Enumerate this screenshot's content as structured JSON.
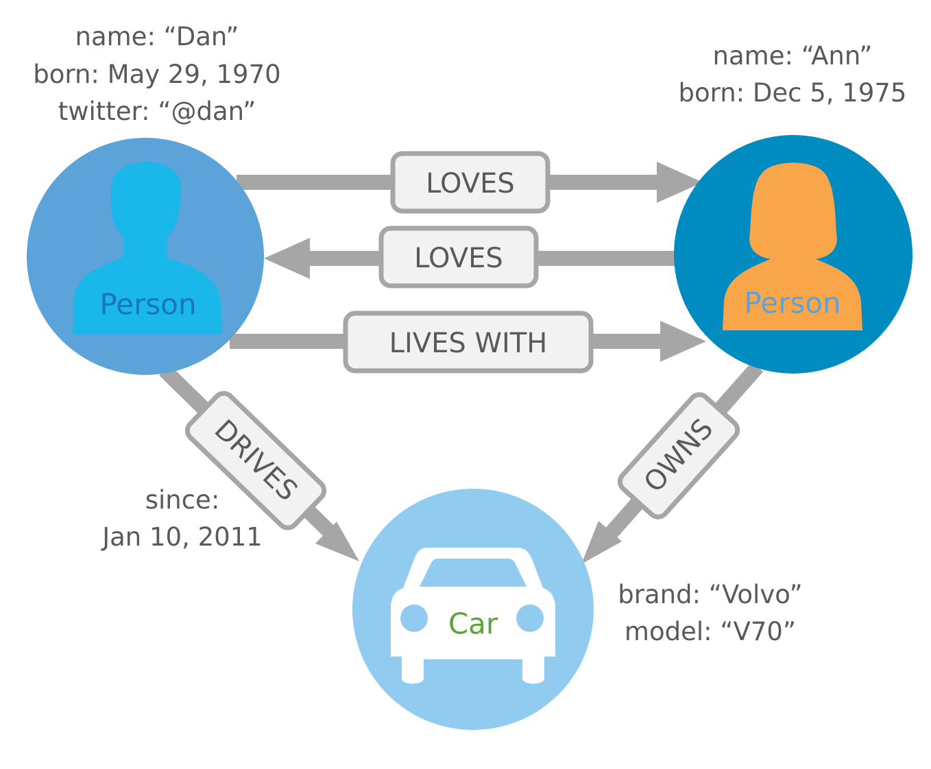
{
  "nodes": {
    "dan": {
      "label": "Person",
      "properties": [
        "name: “Dan”",
        "born: May 29, 1970",
        "twitter: “@dan”"
      ],
      "fill_color": "#5ba3d9",
      "icon_color": "#1ab7ea",
      "label_color": "#1976b7",
      "icon": "person-male-icon"
    },
    "ann": {
      "label": "Person",
      "properties": [
        "name: “Ann”",
        "born:  Dec 5, 1975"
      ],
      "fill_color": "#008cc1",
      "icon_color": "#f9a64a",
      "label_color": "#5ba3d9",
      "icon": "person-female-icon"
    },
    "car": {
      "label": "Car",
      "properties": [
        "brand: “Volvo”",
        "model: “V70”"
      ],
      "fill_color": "#92cbf0",
      "icon_color": "#ffffff",
      "label_color": "#5ba43c",
      "icon": "car-icon"
    }
  },
  "relationships": {
    "dan_loves_ann": {
      "type": "LOVES"
    },
    "ann_loves_dan": {
      "type": "LOVES"
    },
    "dan_lives_with_ann": {
      "type": "LIVES WITH"
    },
    "dan_drives_car": {
      "type": "DRIVES",
      "properties": [
        "since:",
        "Jan 10, 2011"
      ]
    },
    "ann_owns_car": {
      "type": "OWNS"
    }
  },
  "colors": {
    "edge": "#a6a6a6",
    "label_box_fill": "#f2f2f2",
    "text": "#595959"
  }
}
